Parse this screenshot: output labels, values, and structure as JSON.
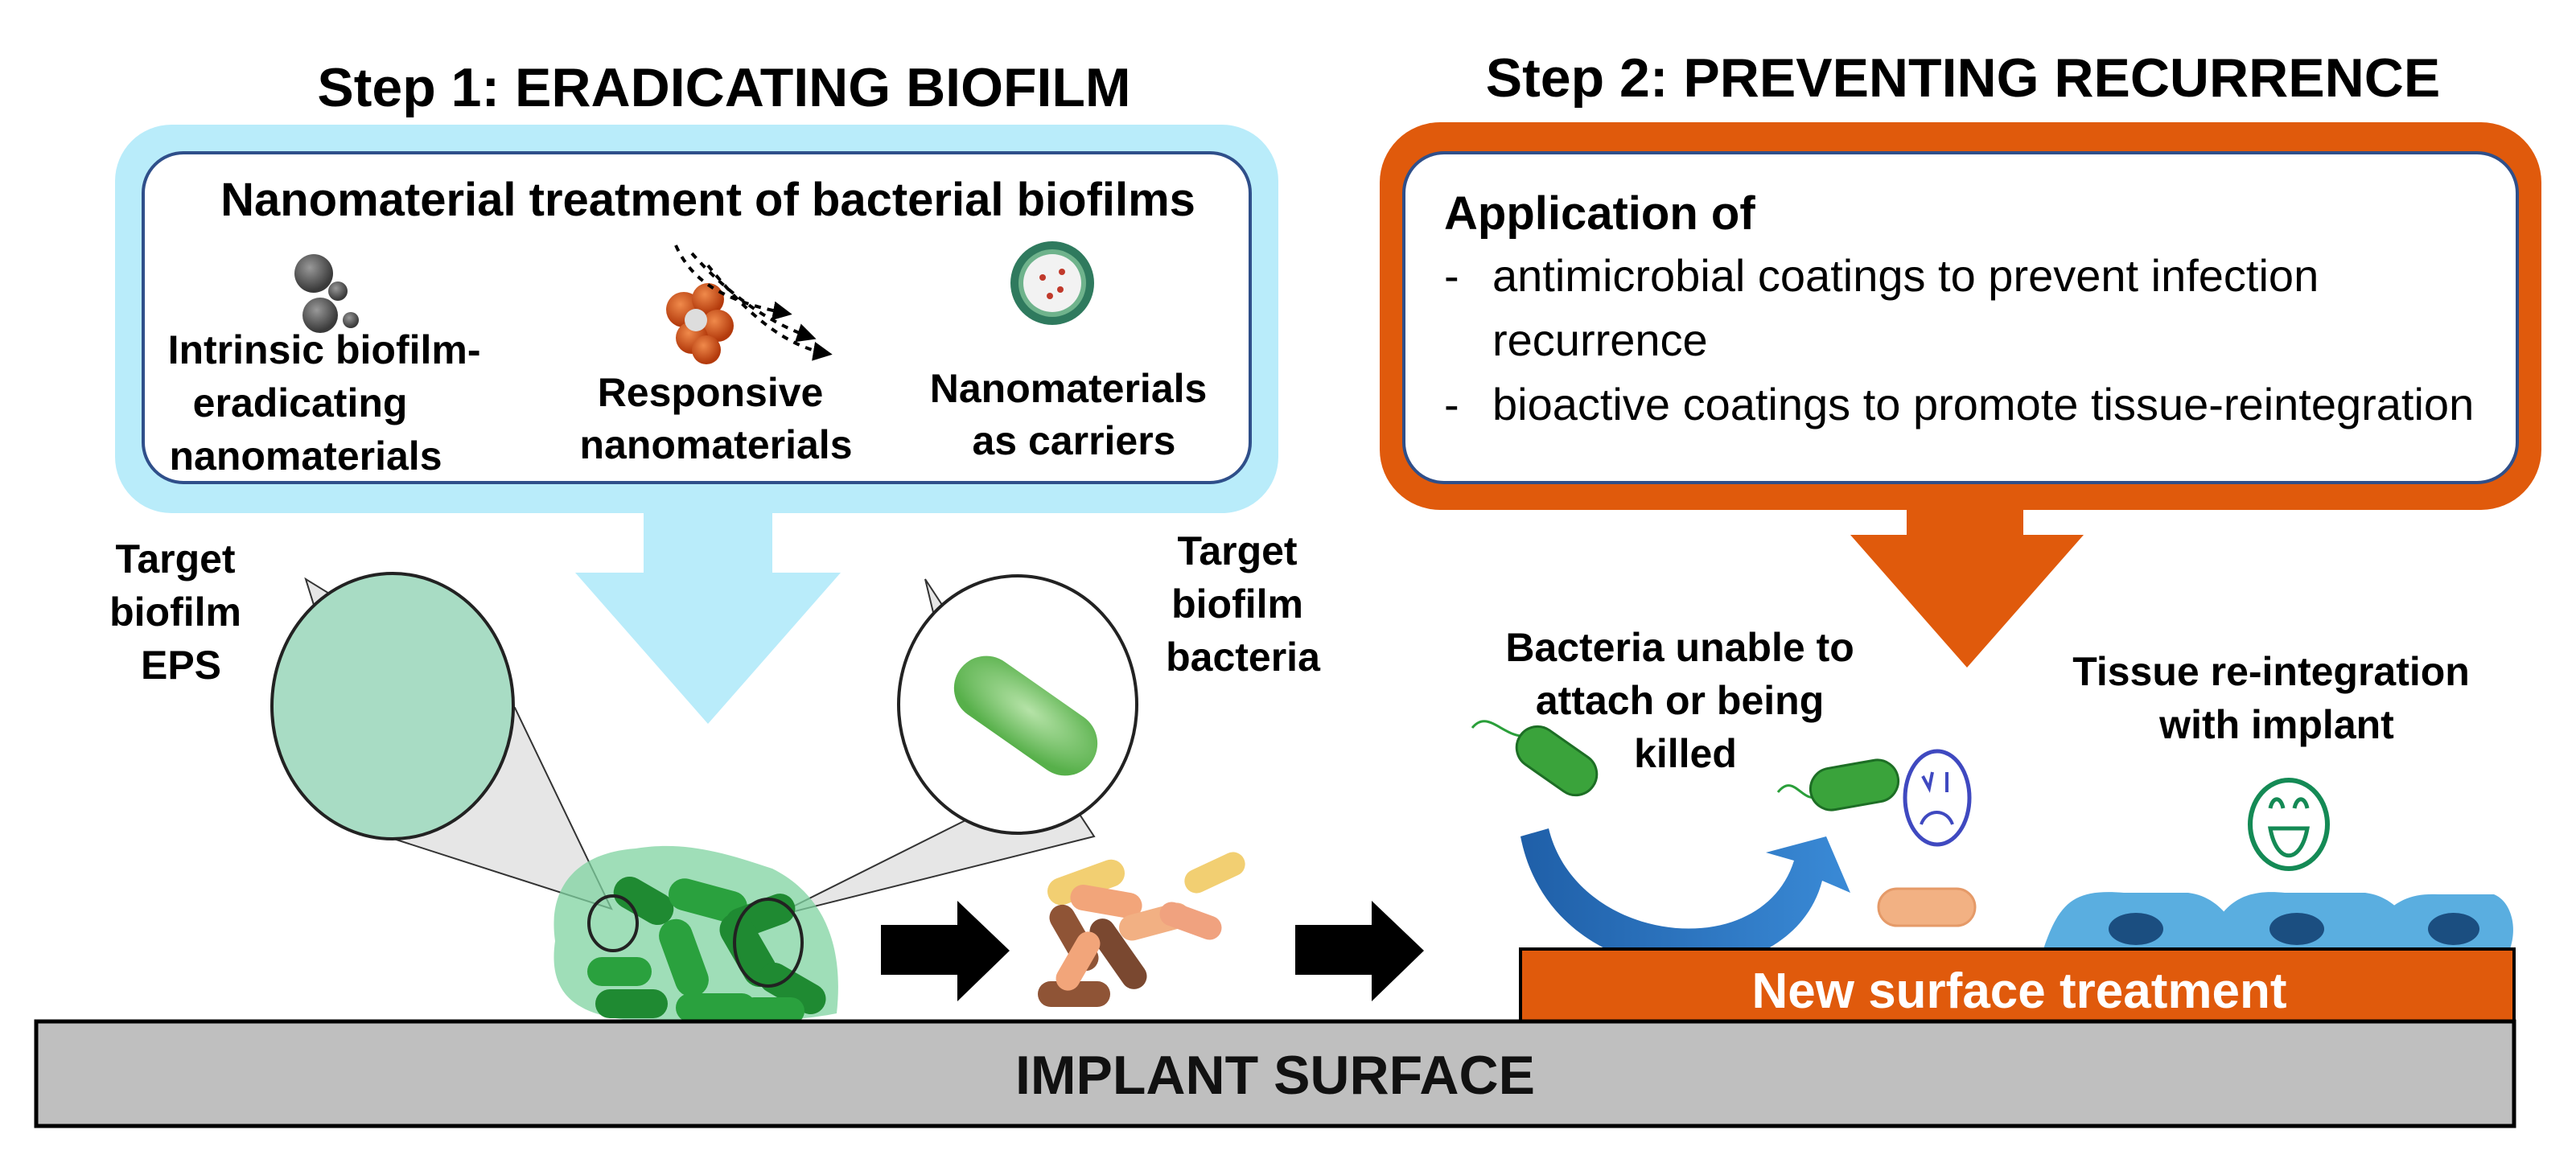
{
  "step1": {
    "title": "Step 1: ERADICATING BIOFILM",
    "box_title": "Nanomaterial treatment of bacterial biofilms",
    "items": [
      {
        "lines": [
          "Intrinsic biofilm-",
          "eradicating",
          "nanomaterials"
        ]
      },
      {
        "lines": [
          "Responsive",
          "nanomaterials"
        ]
      },
      {
        "lines": [
          "Nanomaterials",
          "as carriers"
        ]
      }
    ],
    "target_eps": [
      "Target",
      "biofilm",
      "EPS"
    ],
    "target_bacteria": [
      "Target",
      "biofilm",
      "bacteria"
    ]
  },
  "step2": {
    "title": "Step 2: PREVENTING RECURRENCE",
    "heading": "Application of",
    "bullets": [
      {
        "dash": "-",
        "lines": [
          "antimicrobial coatings to prevent infection",
          "recurrence"
        ]
      },
      {
        "dash": "-",
        "lines": [
          "bioactive coatings to promote tissue-reintegration"
        ]
      }
    ],
    "bacteria_label": [
      "Bacteria unable to",
      "attach or being",
      "killed"
    ],
    "tissue_label": [
      "Tissue re-integration",
      "with implant"
    ],
    "surface_treatment": "New surface treatment"
  },
  "implant_surface": "IMPLANT SURFACE",
  "colors": {
    "step1_accent": "#b9ecfa",
    "step2_accent": "#e05a0c",
    "box_border": "#2f4f8a",
    "implant": "#bfbfbf",
    "biofilm_green": "#2f9a3c",
    "cell_blue": "#5aaee0"
  }
}
